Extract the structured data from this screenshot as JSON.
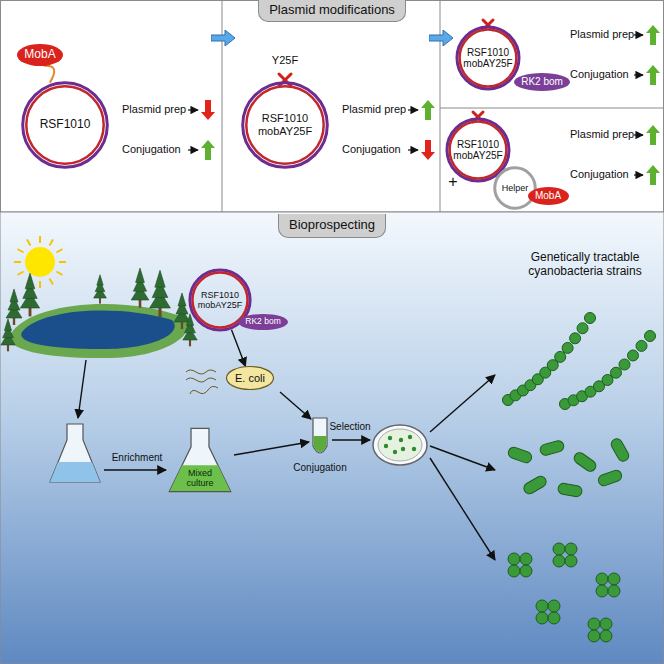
{
  "diagram": {
    "nodes": [
      {
        "text": [
          "Plasmid modifications"
        ]
      },
      {
        "text": [
          "RSF1010"
        ]
      },
      {
        "text": [
          "MobA"
        ]
      },
      {
        "text": [
          "RSF1010 mobAY25F"
        ]
      },
      {
        "text": [
          "RSF1010 mobAY25F"
        ]
      },
      {
        "text": [
          "RK2 bom"
        ]
      },
      {
        "text": [
          "RSF1010 mobAY25F"
        ]
      },
      {
        "text": [
          "Helper"
        ]
      },
      {
        "text": [
          "MobA"
        ]
      },
      {
        "text": [
          "Bioprospecting"
        ]
      },
      {
        "text": [
          "RSF1010 mobAY25F"
        ]
      },
      {
        "text": [
          "RK2 bom"
        ]
      },
      {
        "text": [
          "E. coli"
        ]
      },
      {
        "text": [
          "Mixed culture"
        ]
      }
    ],
    "edges": [
      {
        "from": 2,
        "to": 1,
        "arrow": "none"
      },
      {
        "from": 10,
        "to": 12,
        "arrow": "to"
      }
    ],
    "labels": [
      "Y25F",
      "Plasmid prep",
      "Conjugation",
      "Plasmid prep",
      "Conjugation",
      "Plasmid prep",
      "Conjugation",
      "+",
      "Plasmid prep",
      "Conjugation",
      "Enrichment",
      "Conjugation",
      "Selection",
      "Genetically tractable cyanobacteria strains"
    ]
  }
}
